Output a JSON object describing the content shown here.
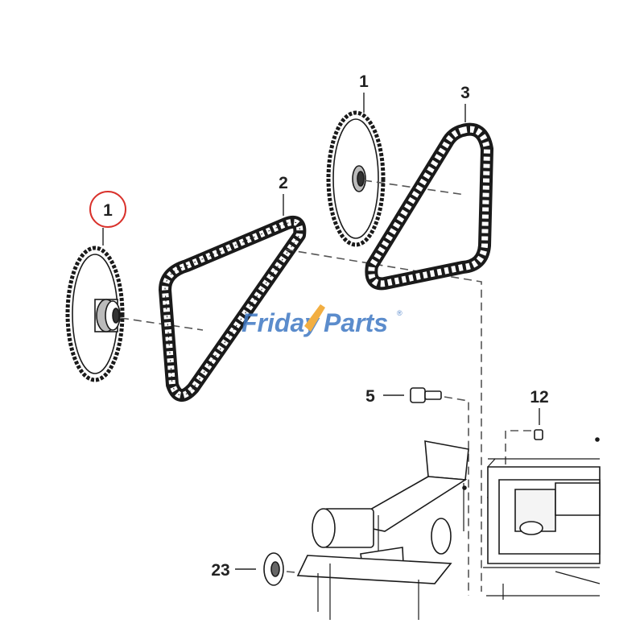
{
  "callouts": {
    "sprocket_left": "1",
    "sprocket_right": "1",
    "chain_left": "2",
    "chain_right": "3",
    "bolt": "5",
    "fitting": "12",
    "washer": "23"
  },
  "watermark": {
    "part1": "Friday",
    "part2": "Parts",
    "mark": "®"
  },
  "colors": {
    "highlight_circle": "#d9312b",
    "watermark_blue": "#3f78c4",
    "watermark_orange": "#f0a021",
    "line": "#1a1a1a"
  }
}
